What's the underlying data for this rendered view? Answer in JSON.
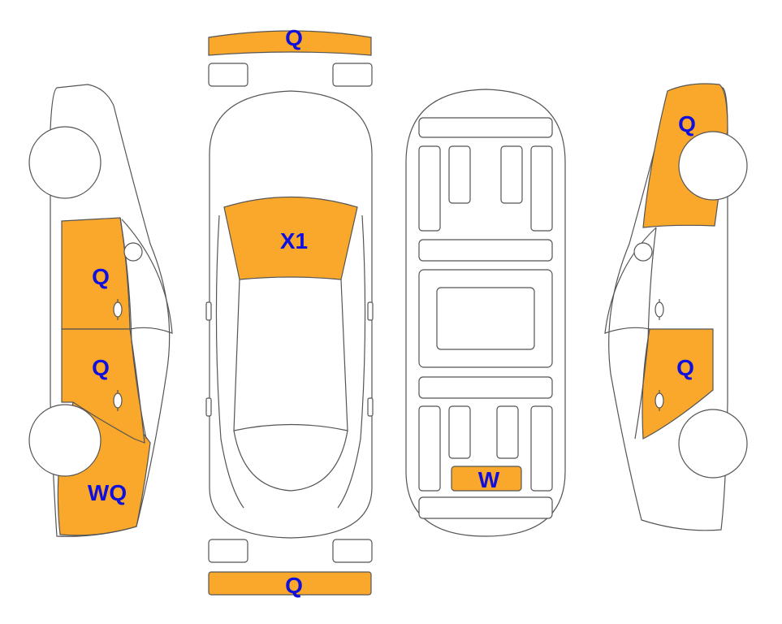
{
  "colors": {
    "damage_fill": "#F9A82B",
    "label_text": "#1010DD",
    "outline": "#555555",
    "background": "#FFFFFF"
  },
  "labels": {
    "front_bumper": "Q",
    "rear_bumper": "Q",
    "hood": "X1",
    "left_front_door": "Q",
    "left_rear_door": "Q",
    "left_rear_quarter": "WQ",
    "trunk_floor": "W",
    "right_rear_quarter": "Q",
    "right_front_door": "Q"
  }
}
